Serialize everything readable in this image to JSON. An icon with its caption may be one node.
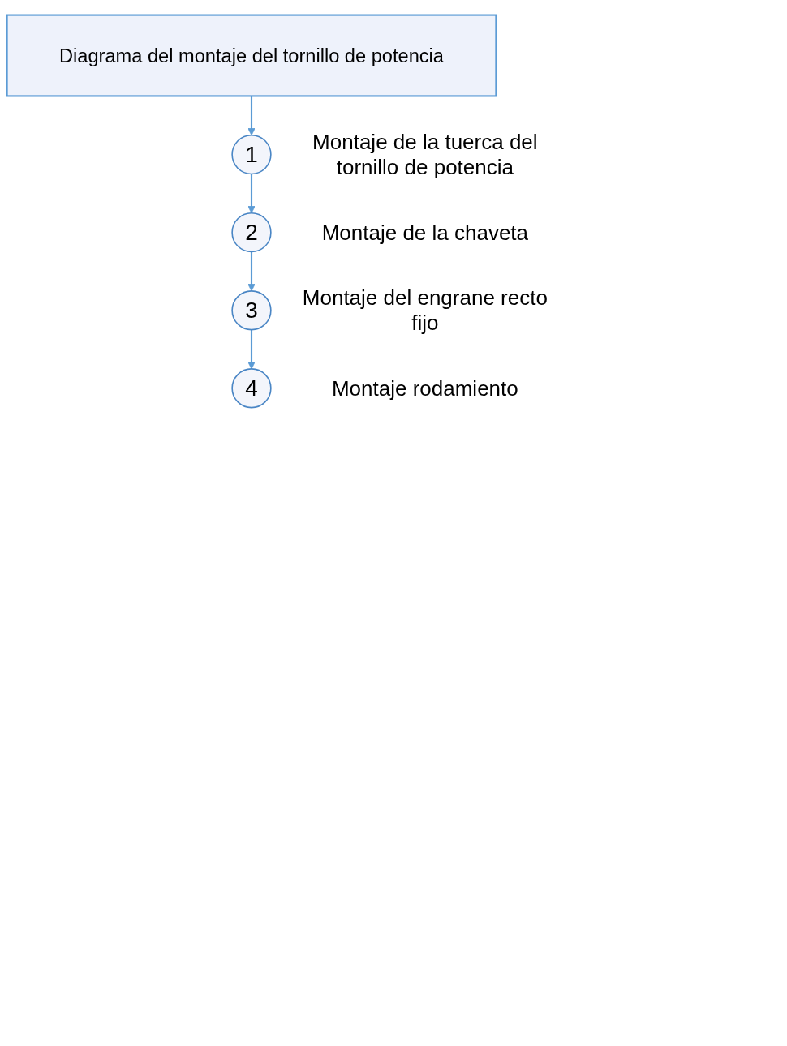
{
  "diagram": {
    "nodes": [
      {
        "text": [
          "Diagrama del montaje del tornillo de potencia"
        ]
      },
      {
        "text": [
          "1"
        ],
        "beside": [
          "Montaje de la tuerca del tornillo de potencia"
        ]
      },
      {
        "text": [
          "2"
        ],
        "beside": [
          "Montaje de la chaveta"
        ]
      },
      {
        "text": [
          "3"
        ],
        "beside": [
          "Montaje del engrane recto fijo"
        ]
      },
      {
        "text": [
          "4"
        ],
        "beside": [
          "Montaje rodamiento"
        ]
      }
    ],
    "edges": [
      {
        "from": 0,
        "to": 1,
        "arrow": "to"
      },
      {
        "from": 1,
        "to": 2,
        "arrow": "to"
      },
      {
        "from": 2,
        "to": 3,
        "arrow": "to"
      },
      {
        "from": 3,
        "to": 4,
        "arrow": "to"
      }
    ]
  }
}
